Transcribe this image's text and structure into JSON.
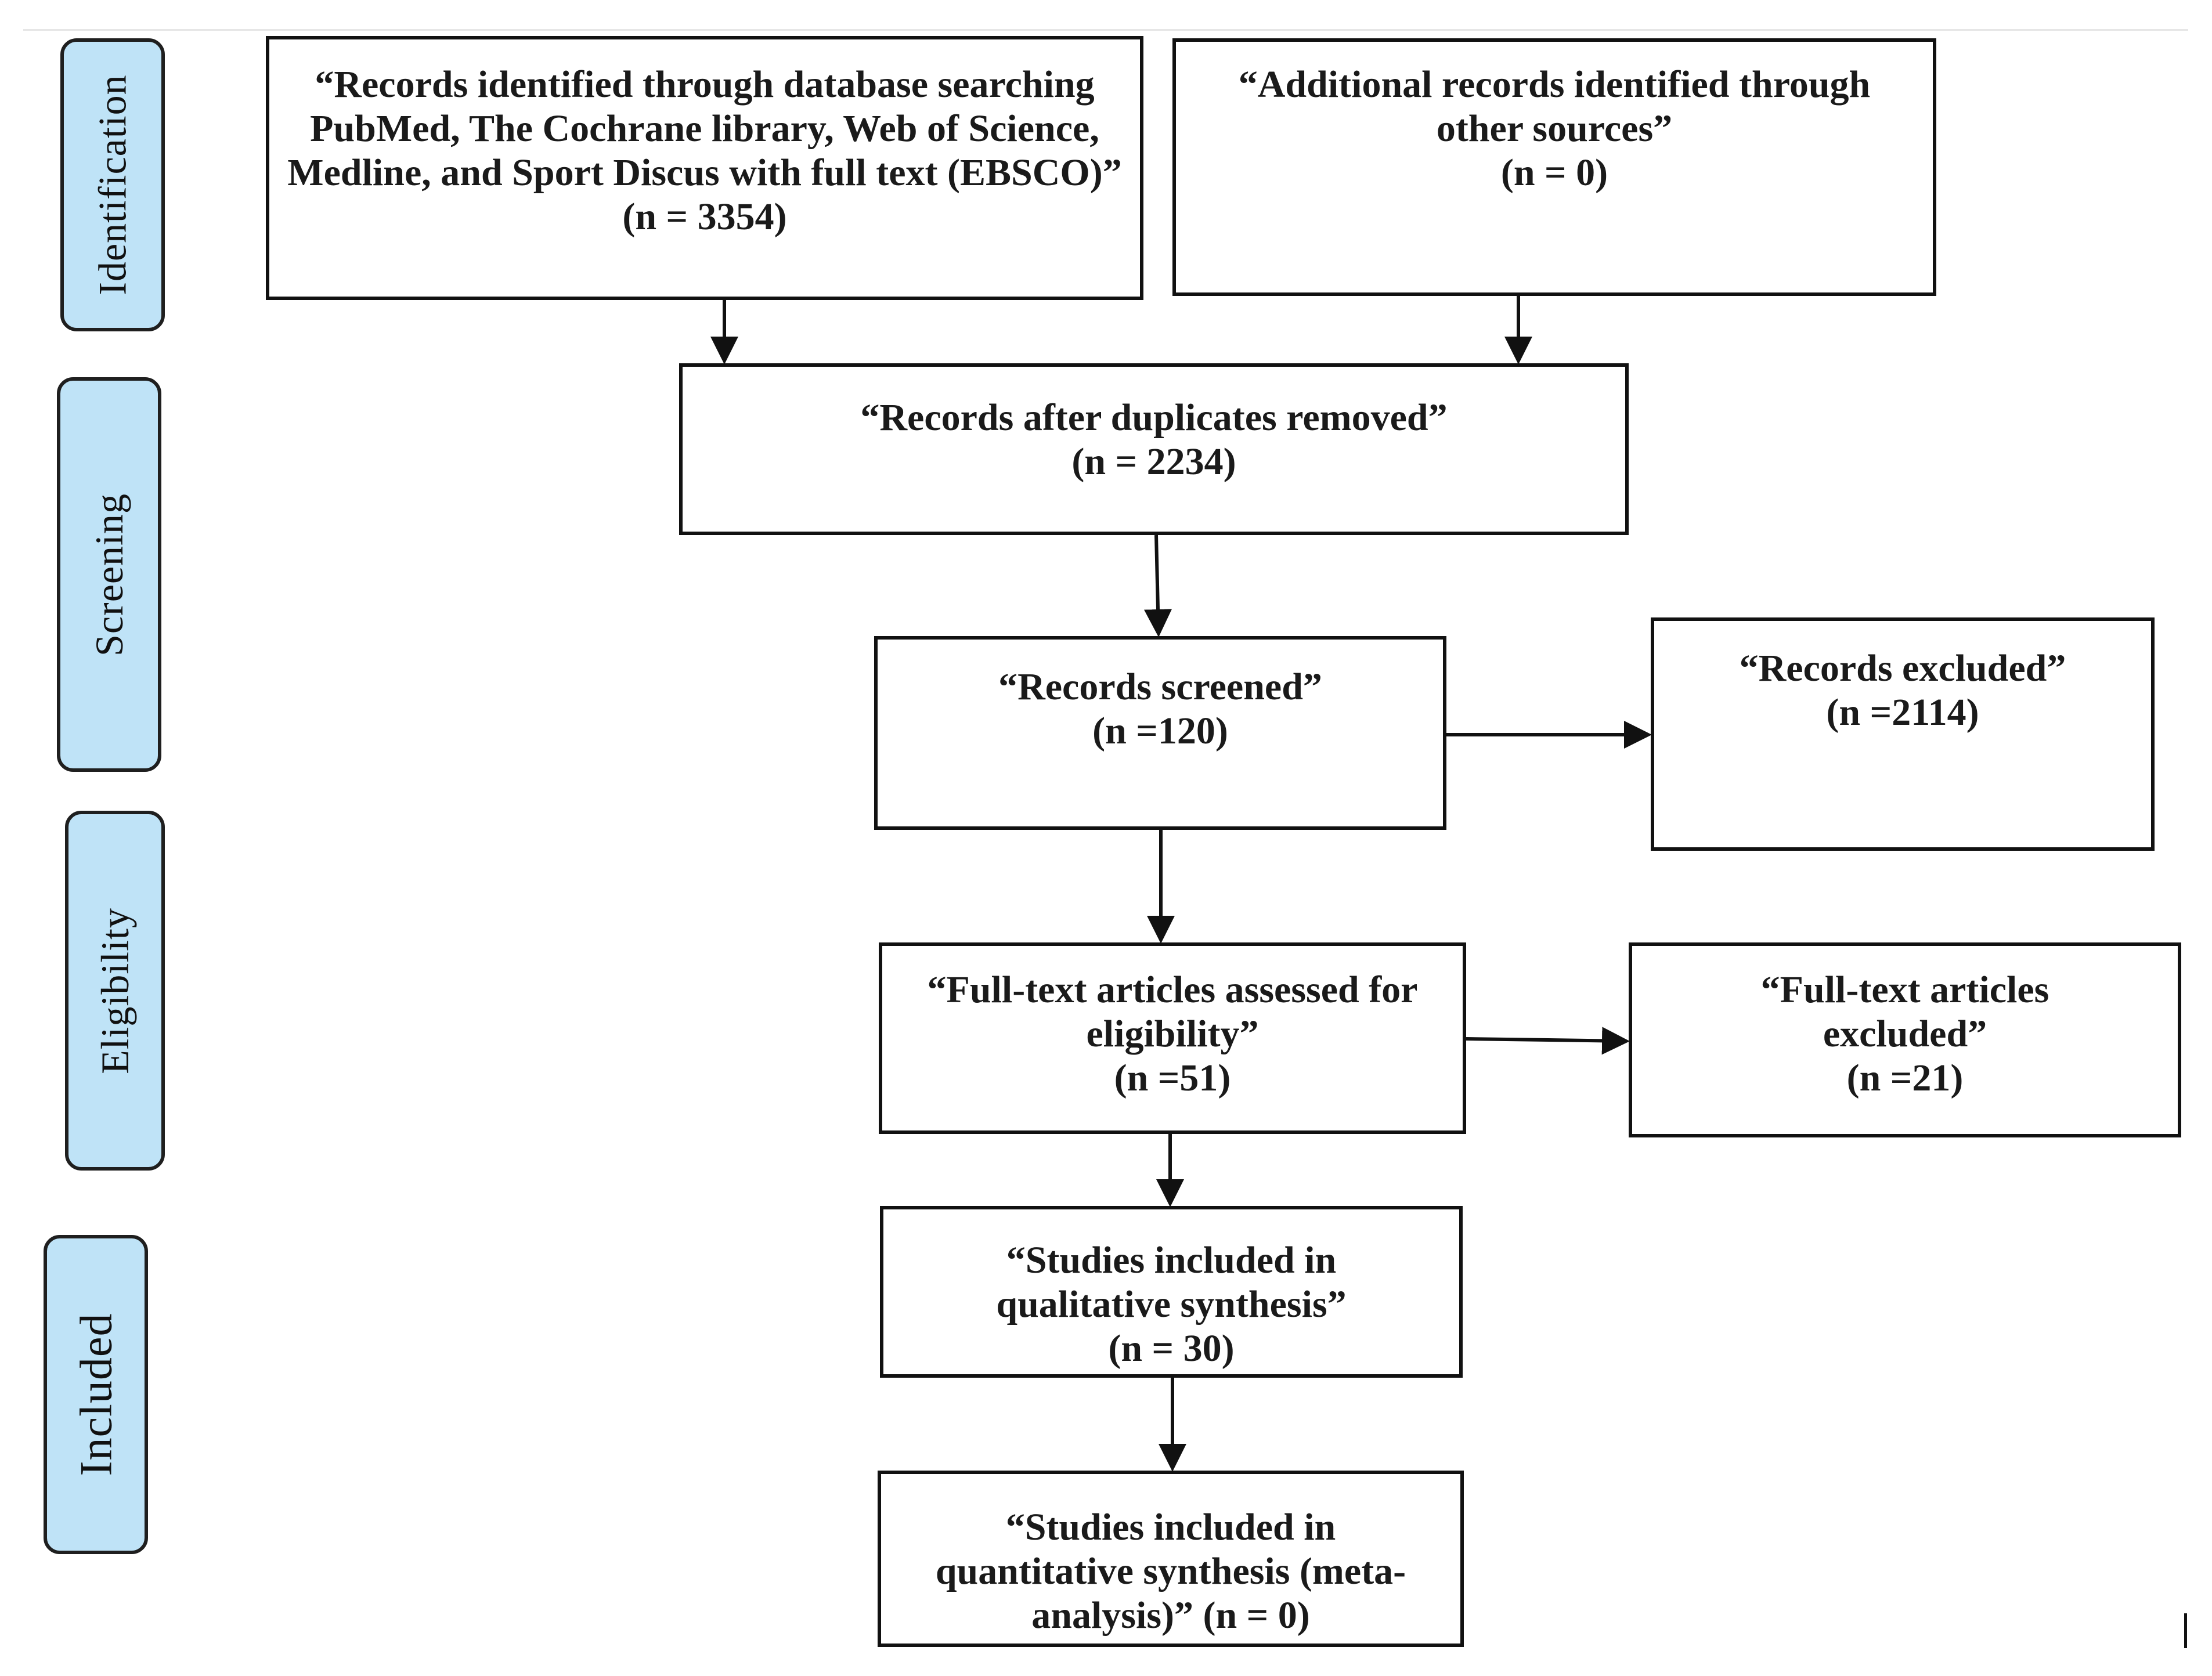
{
  "phases": {
    "identification": "Identification",
    "screening": "Screening",
    "eligibility": "Eligibility",
    "included": "Included"
  },
  "boxes": {
    "database_search": {
      "text": "“Records identified through database searching PubMed, The Cochrane library, Web of Science, Medline, and Sport Discus with full text (EBSCO)”",
      "count": "(n = 3354)"
    },
    "other_sources": {
      "text": "“Additional records identified through other sources”",
      "count": "(n = 0)"
    },
    "duplicates_removed": {
      "text": "“Records after duplicates removed”",
      "count": "(n = 2234)"
    },
    "records_screened": {
      "text": "“Records screened”",
      "count": "(n =120)"
    },
    "records_excluded": {
      "text": "“Records excluded”",
      "count": "(n =2114)"
    },
    "fulltext_assessed": {
      "text": "“Full-text articles assessed for eligibility”",
      "count": "(n =51)"
    },
    "fulltext_excluded": {
      "text": "“Full-text articles excluded”",
      "count": "(n =21)"
    },
    "qualitative": {
      "text": "“Studies included in qualitative synthesis”",
      "count": "(n = 30)"
    },
    "quantitative": {
      "text": "“Studies included in quantitative synthesis (meta-analysis)” (n = 0)"
    }
  }
}
